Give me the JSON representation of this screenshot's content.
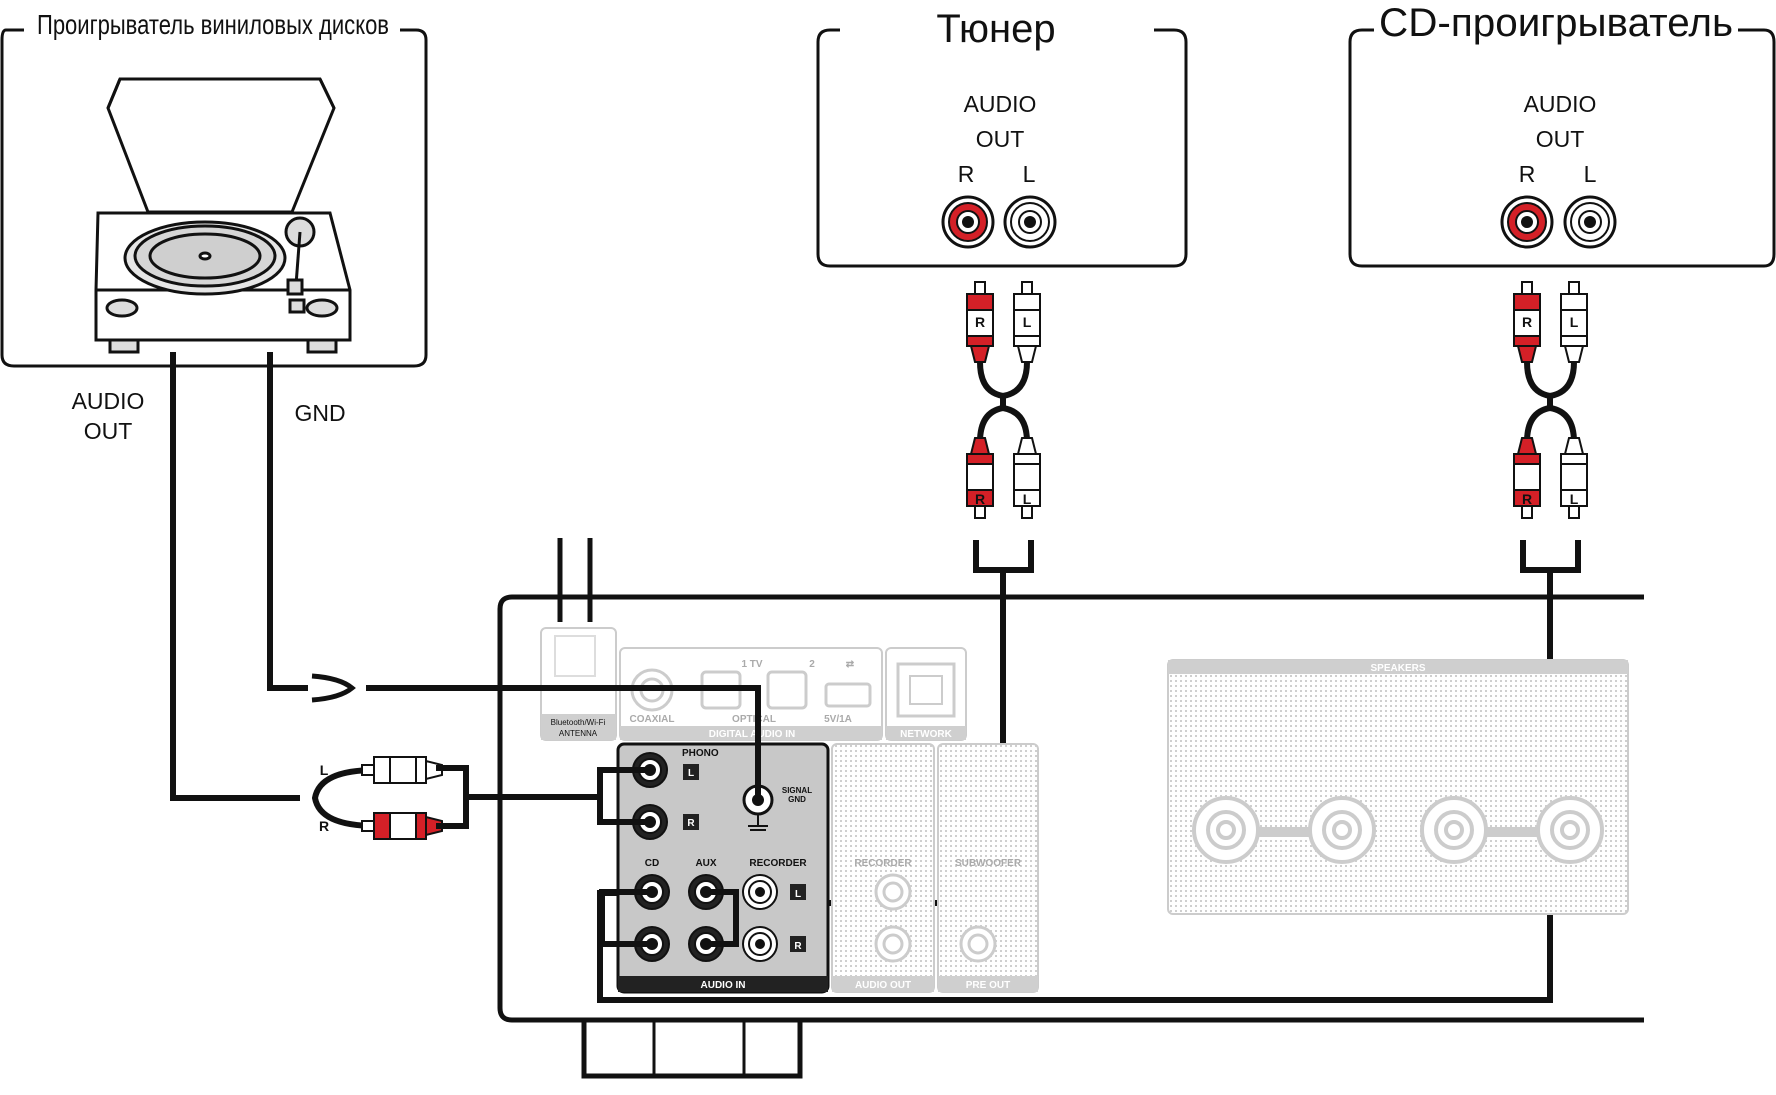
{
  "devices": {
    "turntable": {
      "title": "Проигрыватель виниловых дисков",
      "audio_out": [
        "AUDIO",
        "OUT"
      ],
      "gnd": "GND"
    },
    "tuner": {
      "title": "Тюнер",
      "audio_out": [
        "AUDIO",
        "OUT"
      ],
      "r": "R",
      "l": "L"
    },
    "cd_player": {
      "title": "CD-проигрыватель",
      "audio_out": [
        "AUDIO",
        "OUT"
      ],
      "r": "R",
      "l": "L"
    }
  },
  "plugs": {
    "r": "R",
    "l": "L"
  },
  "receiver": {
    "antenna": [
      "Bluetooth/Wi-Fi",
      "ANTENNA"
    ],
    "digital": {
      "coaxial": "COAXIAL",
      "optical": "OPTICAL",
      "title": "DIGITAL AUDIO IN",
      "n1": "1 TV",
      "n2": "2",
      "usb": "5V/1A"
    },
    "network": "NETWORK",
    "phono": "PHONO",
    "phono_l": "L",
    "phono_r": "R",
    "signal_gnd": [
      "SIGNAL",
      "GND"
    ],
    "cd": "CD",
    "aux": "AUX",
    "recorder": "RECORDER",
    "rec_l": "L",
    "rec_r": "R",
    "audio_in": "AUDIO IN",
    "recorder_out": "RECORDER",
    "audio_out": "AUDIO OUT",
    "subwoofer": "SUBWOOFER",
    "pre_out": "PRE OUT",
    "speakers": "SPEAKERS"
  },
  "colors": {
    "red": "#d42027",
    "black": "#111111",
    "panel": "#c8c8c8",
    "dark": "#222222"
  }
}
